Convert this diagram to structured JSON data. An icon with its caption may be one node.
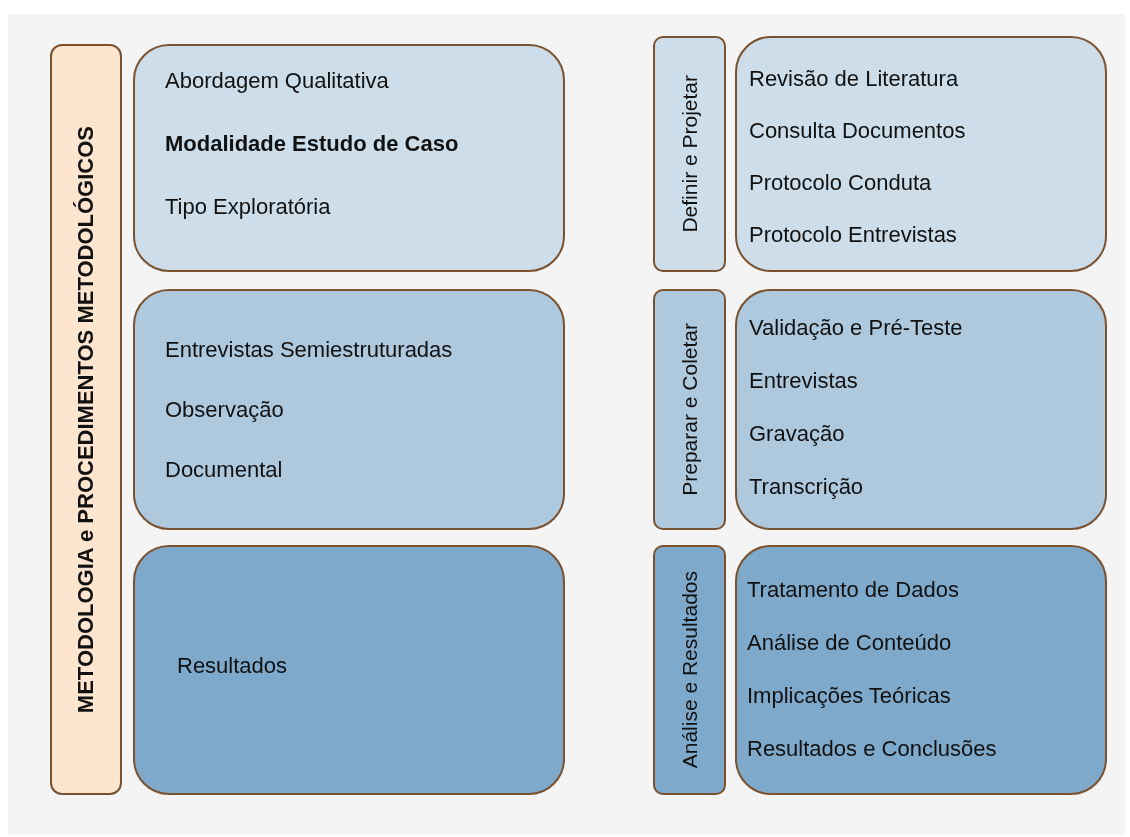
{
  "diagram": {
    "nodes": [
      {
        "text": [
          "METODOLOGIA e PROCEDIMENTOS METODOLÓGICOS"
        ]
      },
      {
        "text": [
          "Abordagem Qualitativa",
          "**Modalidade Estudo de Caso**",
          "Tipo Exploratória"
        ]
      },
      {
        "text": [
          "Entrevistas Semiestruturadas",
          "Observação",
          "Documental"
        ]
      },
      {
        "text": [
          "Resultados"
        ]
      },
      {
        "text": [
          "Definir e Projetar"
        ]
      },
      {
        "text": [
          "Revisão de Literatura",
          "Consulta Documentos",
          "Protocolo Conduta",
          "Protocolo Entrevistas"
        ]
      },
      {
        "text": [
          "Preparar e Coletar"
        ]
      },
      {
        "text": [
          "Validação e Pré-Teste",
          "Entrevistas",
          "Gravação",
          "Transcrição"
        ]
      },
      {
        "text": [
          "Análise e Resultados"
        ]
      },
      {
        "text": [
          "Tratamento de Dados",
          "Análise de Conteúdo",
          "Implicações Teóricas",
          "Resultados e Conclusões"
        ]
      }
    ]
  }
}
